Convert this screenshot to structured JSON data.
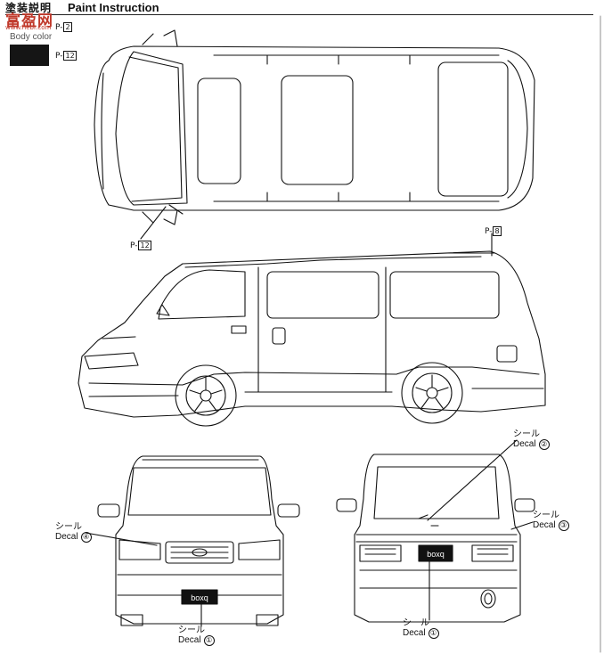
{
  "header": {
    "title_jp": "塗装説明",
    "title_en": "Paint Instruction"
  },
  "watermark": {
    "logo_text": "富盈网",
    "url": "www.hebr.com"
  },
  "legend": {
    "body_color_label": "Body color",
    "body_color_code": "P-",
    "body_color_num": "2",
    "swatch_code": "P-",
    "swatch_num": "12",
    "swatch_color": "#151515"
  },
  "callouts": {
    "top_view_front": {
      "code": "P-",
      "num": "12"
    },
    "side_roof": {
      "code": "P-",
      "num": "8"
    },
    "decal2": {
      "jp": "シール",
      "en": "Decal",
      "num": "②"
    },
    "decal3": {
      "jp": "シール",
      "en": "Decal",
      "num": "③"
    },
    "decal4": {
      "jp": "シール",
      "en": "Decal",
      "num": "④"
    },
    "decal1_front": {
      "jp": "シール",
      "en": "Decal",
      "num": "①"
    },
    "decal1_rear": {
      "jp": "シール",
      "en": "Decal",
      "num": "①"
    },
    "plate_front": "boxq",
    "plate_rear": "boxq"
  }
}
